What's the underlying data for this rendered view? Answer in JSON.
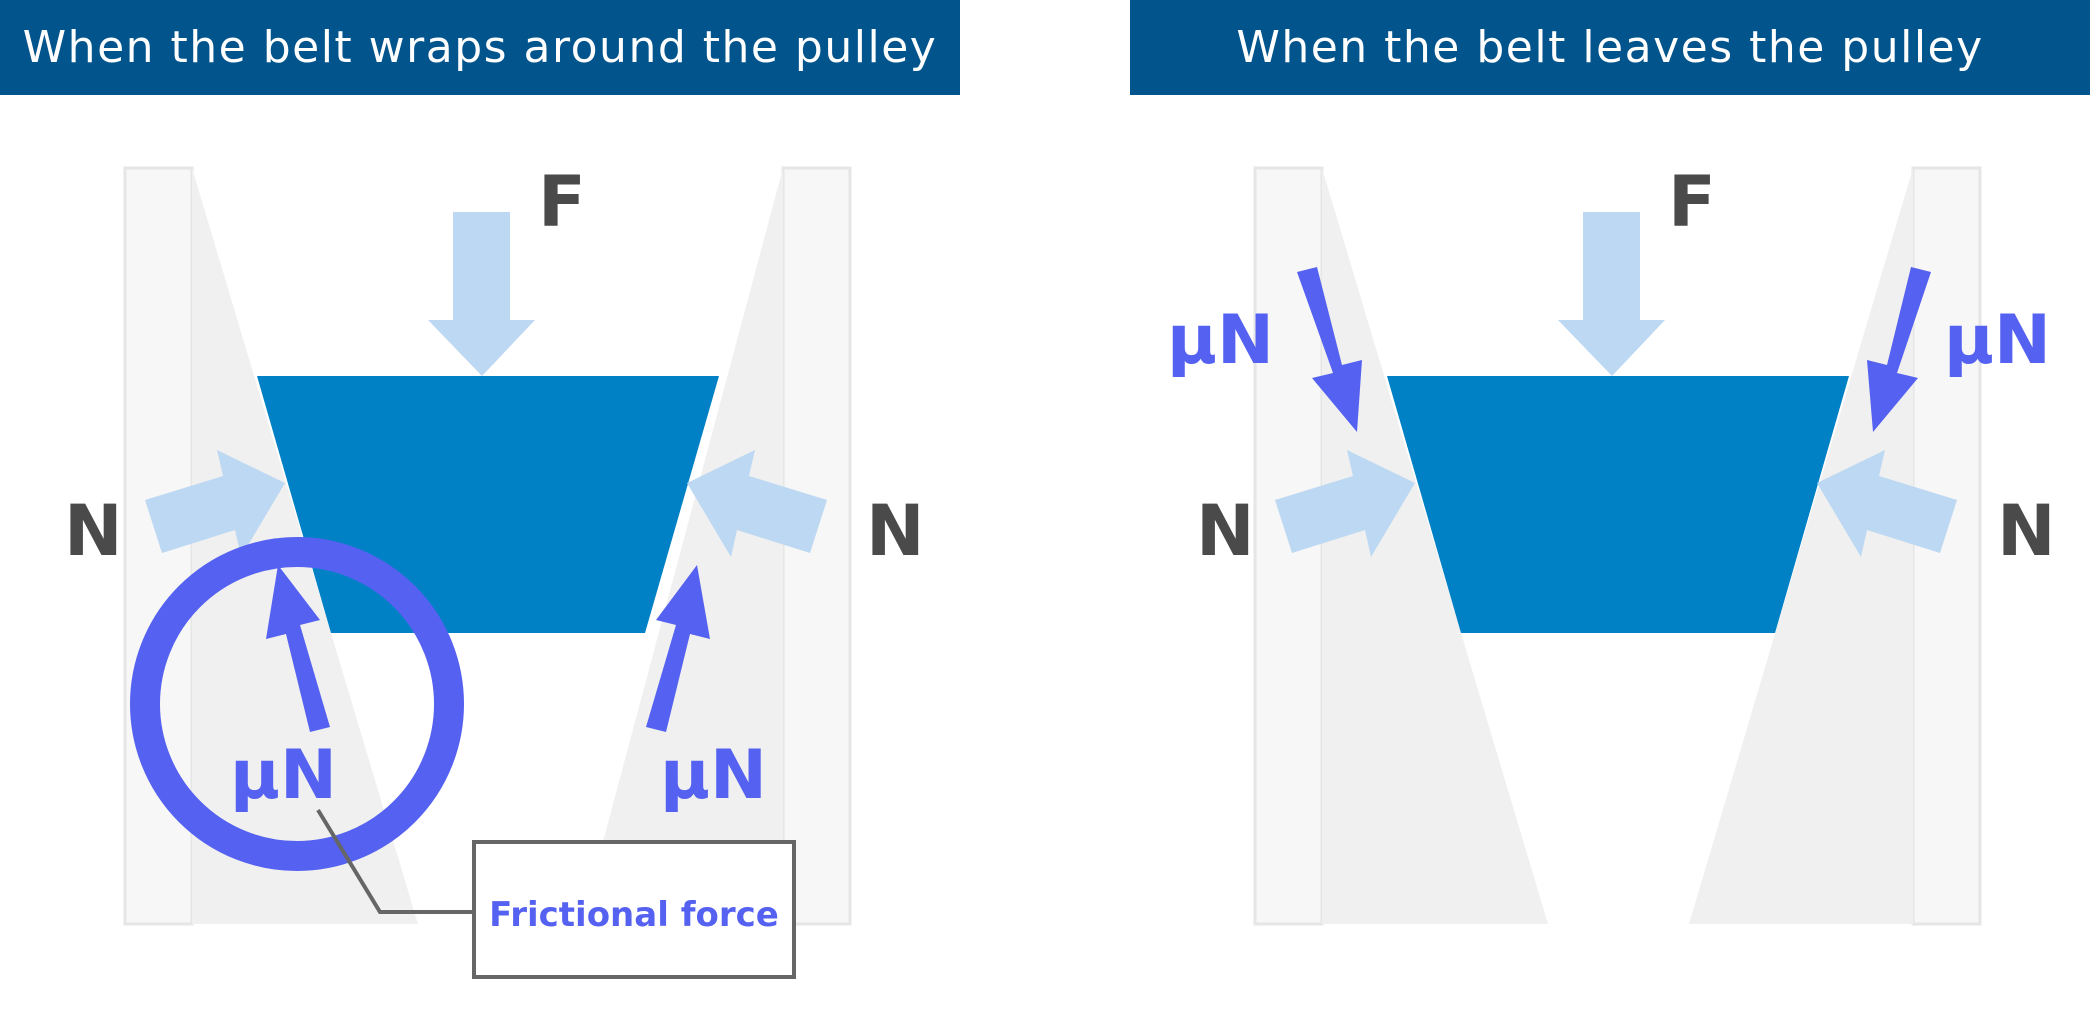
{
  "panels": {
    "left": {
      "title": "When the belt wraps around the pulley"
    },
    "right": {
      "title": "When the belt leaves the pulley"
    }
  },
  "labels": {
    "force": "F",
    "normal": "N",
    "friction": "μN"
  },
  "callout": {
    "text": "Frictional force"
  },
  "colors": {
    "header_bg": "#02548c",
    "header_text": "#ffffff",
    "belt": "#0081c6",
    "light_arrow": "#bdd8f2",
    "friction_arrow": "#5561f0",
    "pulley_fill": "#f0f0f0",
    "label_gray": "#4a4a4a"
  }
}
